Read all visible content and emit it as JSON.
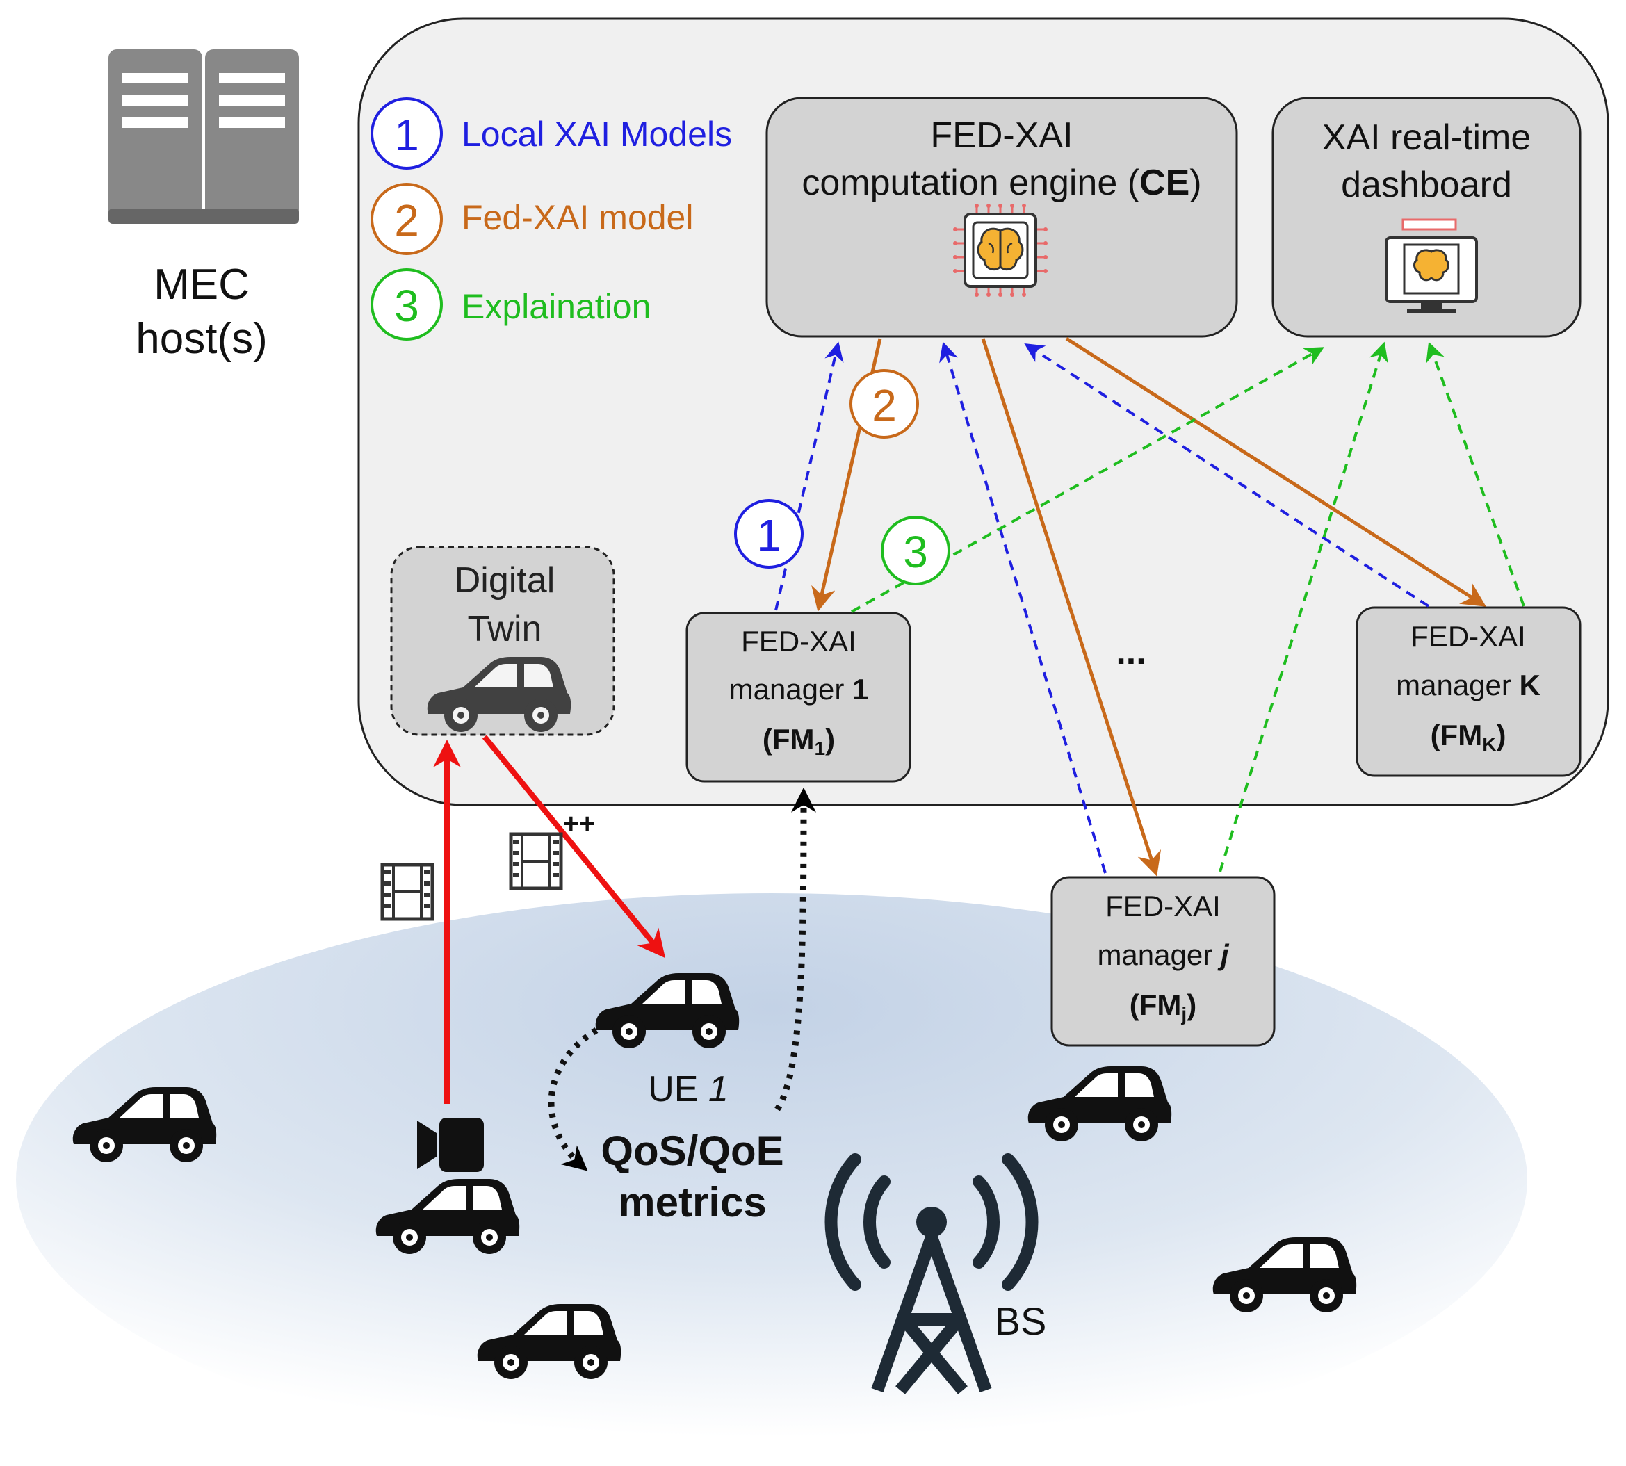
{
  "mec": {
    "line1": "MEC",
    "line2": "host(s)"
  },
  "legend": [
    {
      "num": "1",
      "label": "Local XAI Models",
      "color": "#1f1fe0"
    },
    {
      "num": "2",
      "label": "Fed-XAI model",
      "color": "#c8691a"
    },
    {
      "num": "3",
      "label": "Explaination",
      "color": "#1fbd1f"
    }
  ],
  "ce": {
    "line1": "FED-XAI",
    "line2_pre": "computation engine (",
    "line2_bold": "CE",
    "line2_post": ")"
  },
  "dashboard": {
    "line1": "XAI real-time",
    "line2": "dashboard"
  },
  "digital_twin": {
    "line1": "Digital",
    "line2": "Twin"
  },
  "fm1": {
    "line1": "FED-XAI",
    "line2_pre": "manager ",
    "line2_bold": "1",
    "line3_base": "(FM",
    "line3_sub": "1",
    "line3_end": ")"
  },
  "fmk": {
    "line1": "FED-XAI",
    "line2_pre": "manager ",
    "line2_bold": "K",
    "line3_base": "(FM",
    "line3_sub": "K",
    "line3_end": ")"
  },
  "fmj": {
    "line1": "FED-XAI",
    "line2_pre": "manager ",
    "line2_bold": "j",
    "line3_base": "(FM",
    "line3_sub": "j",
    "line3_end": ")"
  },
  "ellipsis": "...",
  "plusplus": "++",
  "ue": {
    "pre": "UE ",
    "italic": "1"
  },
  "qos": {
    "line1": "QoS/QoE",
    "line2": "metrics"
  },
  "bs": "BS",
  "colors": {
    "blue": "#1f1fe0",
    "orange": "#c8691a",
    "green": "#1fbd1f",
    "red": "#ee1111",
    "box_fill": "#d3d3d3",
    "panel_fill": "#f0f0f0"
  }
}
